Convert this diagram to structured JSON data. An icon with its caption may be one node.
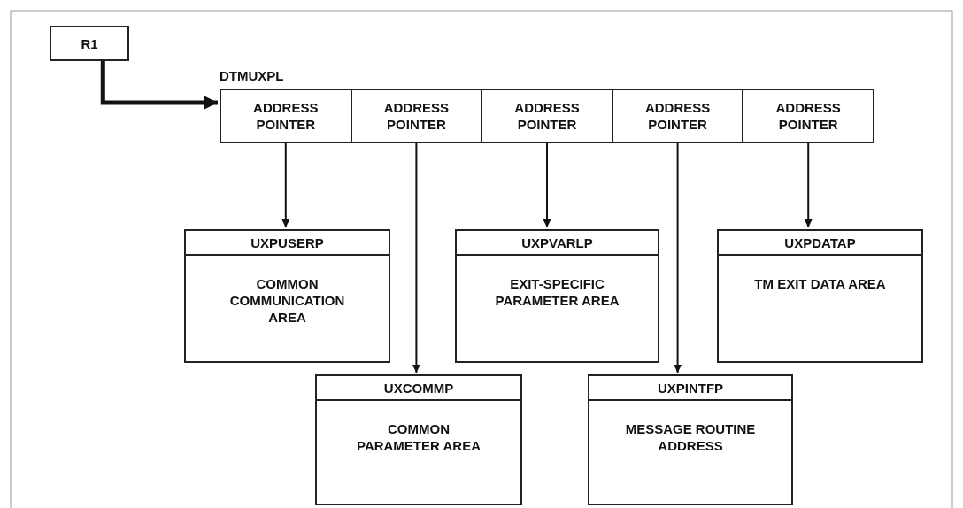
{
  "diagram": {
    "nodes": [
      {
        "text": [
          "R1"
        ]
      },
      {
        "text": [
          "DTMUXPL"
        ]
      },
      {
        "text": [
          "ADDRESS POINTER"
        ],
        "in": 1
      },
      {
        "text": [
          "ADDRESS POINTER"
        ],
        "in": 1
      },
      {
        "text": [
          "ADDRESS POINTER"
        ],
        "in": 1
      },
      {
        "text": [
          "ADDRESS POINTER"
        ],
        "in": 1
      },
      {
        "text": [
          "ADDRESS POINTER"
        ],
        "in": 1
      },
      {
        "text": [
          "UXPUSERP",
          "COMMON COMMUNICATION AREA"
        ]
      },
      {
        "text": [
          "UXPVARLP",
          "EXIT-SPECIFIC PARAMETER AREA"
        ]
      },
      {
        "text": [
          "UXPDATAP",
          "TM EXIT DATA AREA"
        ]
      },
      {
        "text": [
          "UXCOMMP",
          "COMMON PARAMETER AREA"
        ]
      },
      {
        "text": [
          "UXPINTFP",
          "MESSAGE ROUTINE ADDRESS"
        ]
      }
    ],
    "edges": [
      {
        "from": 0,
        "to": 2,
        "arrow": "to",
        "style": "thick"
      },
      {
        "from": 2,
        "to": 7,
        "arrow": "to"
      },
      {
        "from": 3,
        "to": 10,
        "arrow": "to"
      },
      {
        "from": 4,
        "to": 8,
        "arrow": "to"
      },
      {
        "from": 5,
        "to": 11,
        "arrow": "to"
      },
      {
        "from": 6,
        "to": 9,
        "arrow": "to"
      }
    ]
  }
}
